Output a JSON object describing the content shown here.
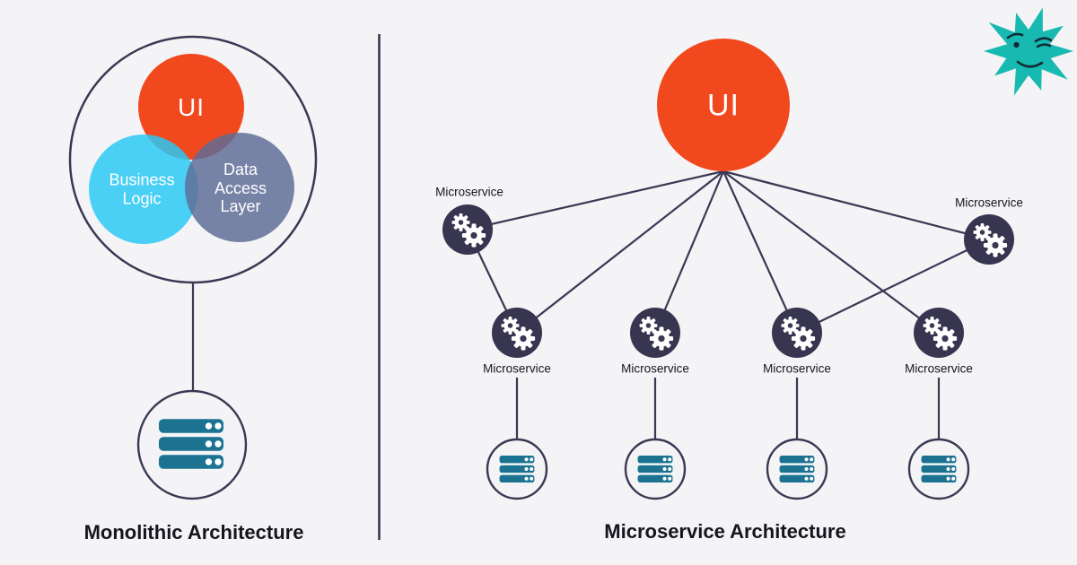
{
  "colors": {
    "background": "#f4f4f6",
    "navy": "#3a3853",
    "node_fill": "#373550",
    "orange": "#f2481d",
    "cyan": "#2cc9f4",
    "slate": "#5e6c96",
    "server_teal": "#1b7391",
    "mascot_teal": "#18b9b1",
    "text_dark": "#15151e"
  },
  "left": {
    "title": "Monolithic Architecture",
    "ui_label": "UI",
    "business_logic_label": "Business Logic",
    "data_access_label": "Data Access Layer"
  },
  "right": {
    "title": "Microservice Architecture",
    "ui_label": "UI",
    "node_labels": {
      "top_left": "Microservice",
      "top_right": "Microservice",
      "mid_1": "Microservice",
      "mid_2": "Microservice",
      "mid_3": "Microservice",
      "mid_4": "Microservice"
    }
  },
  "icons": {
    "gear": "gear-icon",
    "server": "server-stack-icon",
    "mascot": "winking-starburst-mascot"
  }
}
